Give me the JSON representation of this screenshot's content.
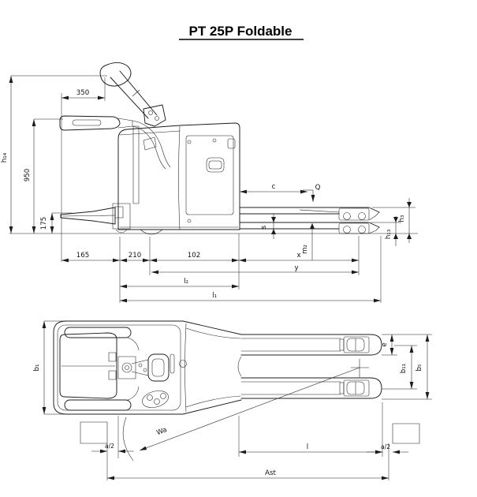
{
  "title": "PT 25P Foldable",
  "colors": {
    "line": "#1c1c1c",
    "background": "#ffffff"
  },
  "side_view": {
    "labels": {
      "h14": "h₁₄",
      "v950": "950",
      "v350": "350",
      "v175": "175",
      "v165": "165",
      "v210": "210",
      "v102": "102",
      "c": "c",
      "load": "Q",
      "s": "s",
      "m2": "m₂",
      "x": "x",
      "y": "y",
      "l2": "l₂",
      "l1": "l₁",
      "h3": "h₃",
      "h13": "h₁₃"
    }
  },
  "plan_view": {
    "labels": {
      "b1": "b₁",
      "e": "e",
      "b11": "b₁₁",
      "b5": "b₅",
      "wa": "Wa",
      "a2_left": "a/2",
      "a2_right": "a/2",
      "l": "l",
      "ast": "Ast"
    }
  }
}
